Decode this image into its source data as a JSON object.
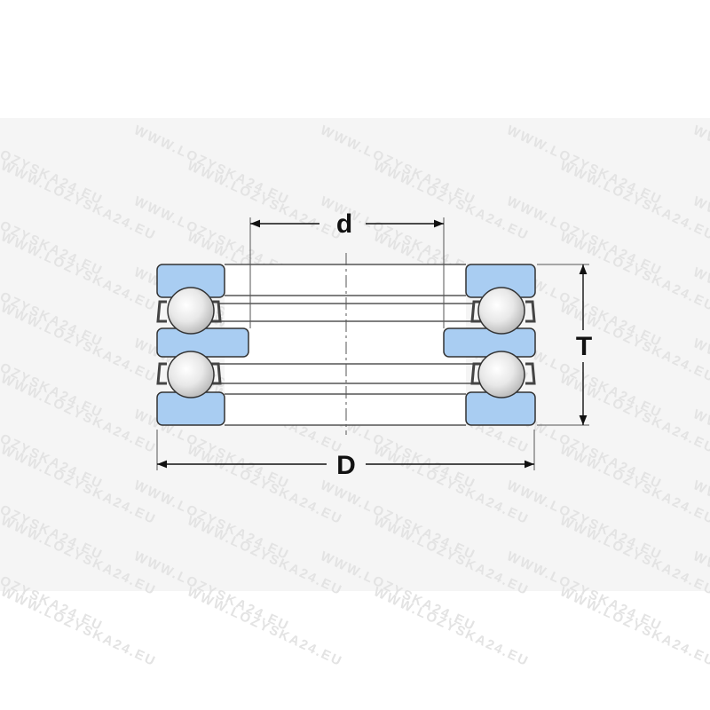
{
  "watermark": {
    "text": "WWW.LOZYSKA24.EU"
  },
  "dimensions": {
    "inner_diameter_label": "d",
    "outer_diameter_label": "D",
    "height_label": "T"
  },
  "colors": {
    "background": "#ffffff",
    "panel": "#f5f5f5",
    "washer_fill": "#a9cdf2",
    "washer_stroke": "#333333",
    "ball_fill": "#e6e6e6",
    "line": "#111111"
  }
}
